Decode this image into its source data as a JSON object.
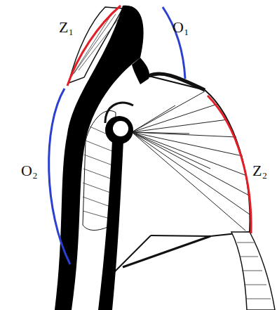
{
  "diagram": {
    "labels": [
      "Z₁",
      "O₁",
      "O₂",
      "Z₂"
    ]
  }
}
